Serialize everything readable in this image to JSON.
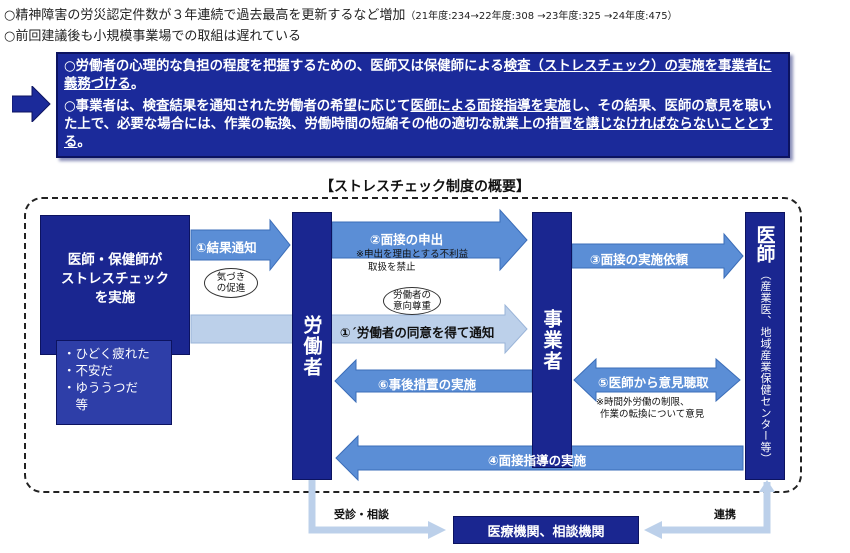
{
  "header": {
    "line1_main": "○精神障害の労災認定件数が３年連続で過去最高を更新するなど増加",
    "line1_small": "（21年度:234→22年度:308 →23年度:325 →24年度:475）",
    "line2": "○前回建議後も小規模事業場での取組は遅れている"
  },
  "callout": {
    "p1_a": "○労働者の心理的な負担の程度を把握するための、医師又は保健師による",
    "p1_u1": "検査（ストレスチェック）の実施を事業者に義務づける",
    "p1_b": "。",
    "p2_a": "○事業者は、検査結果を通知された労働者の希望に応じて",
    "p2_u1": "医師による面接指導を実施",
    "p2_b": "し、その結果、医師の意見を聴いた上で、必要な場合には、作業の転換、労働時間の短縮その他の適切な就業上の措置",
    "p2_u2": "を講じなければならないこととする",
    "p2_c": "。"
  },
  "diagram": {
    "title": "【ストレスチェック制度の概要】",
    "check_box": "医師・保健師が\nストレスチェック\nを実施",
    "symptoms": [
      "・ひどく疲れた",
      "・不安だ",
      "・ゆううつだ",
      "　等"
    ],
    "worker": "労働者",
    "employer": "事業者",
    "doctor_main": "医師",
    "doctor_sub": "（産業医、地域産業保健センター等）",
    "arrows": {
      "a1": "①結果通知",
      "a1b": "①´労働者の同意を得て通知",
      "a2": "②面接の申出",
      "a2_note_1": "※申出を理由とする不利益",
      "a2_note_2": "取扱を禁止",
      "a3": "③面接の実施依頼",
      "a4": "④面接指導の実施",
      "a5": "⑤医師から意見聴取",
      "a5_note_1": "※時間外労働の制限、",
      "a5_note_2": "作業の転換について意見",
      "a6": "⑥事後措置の実施"
    },
    "bubble_awareness": "気づき\nの促進",
    "bubble_intent": "労働者の\n意向尊重",
    "medical": "医療機関、相談機関",
    "consult": "受診・相談",
    "cooperate": "連携"
  },
  "colors": {
    "navy": "#1a2690",
    "arrow_blue": "#5b8ed6",
    "arrow_light": "#bcd0ea"
  }
}
